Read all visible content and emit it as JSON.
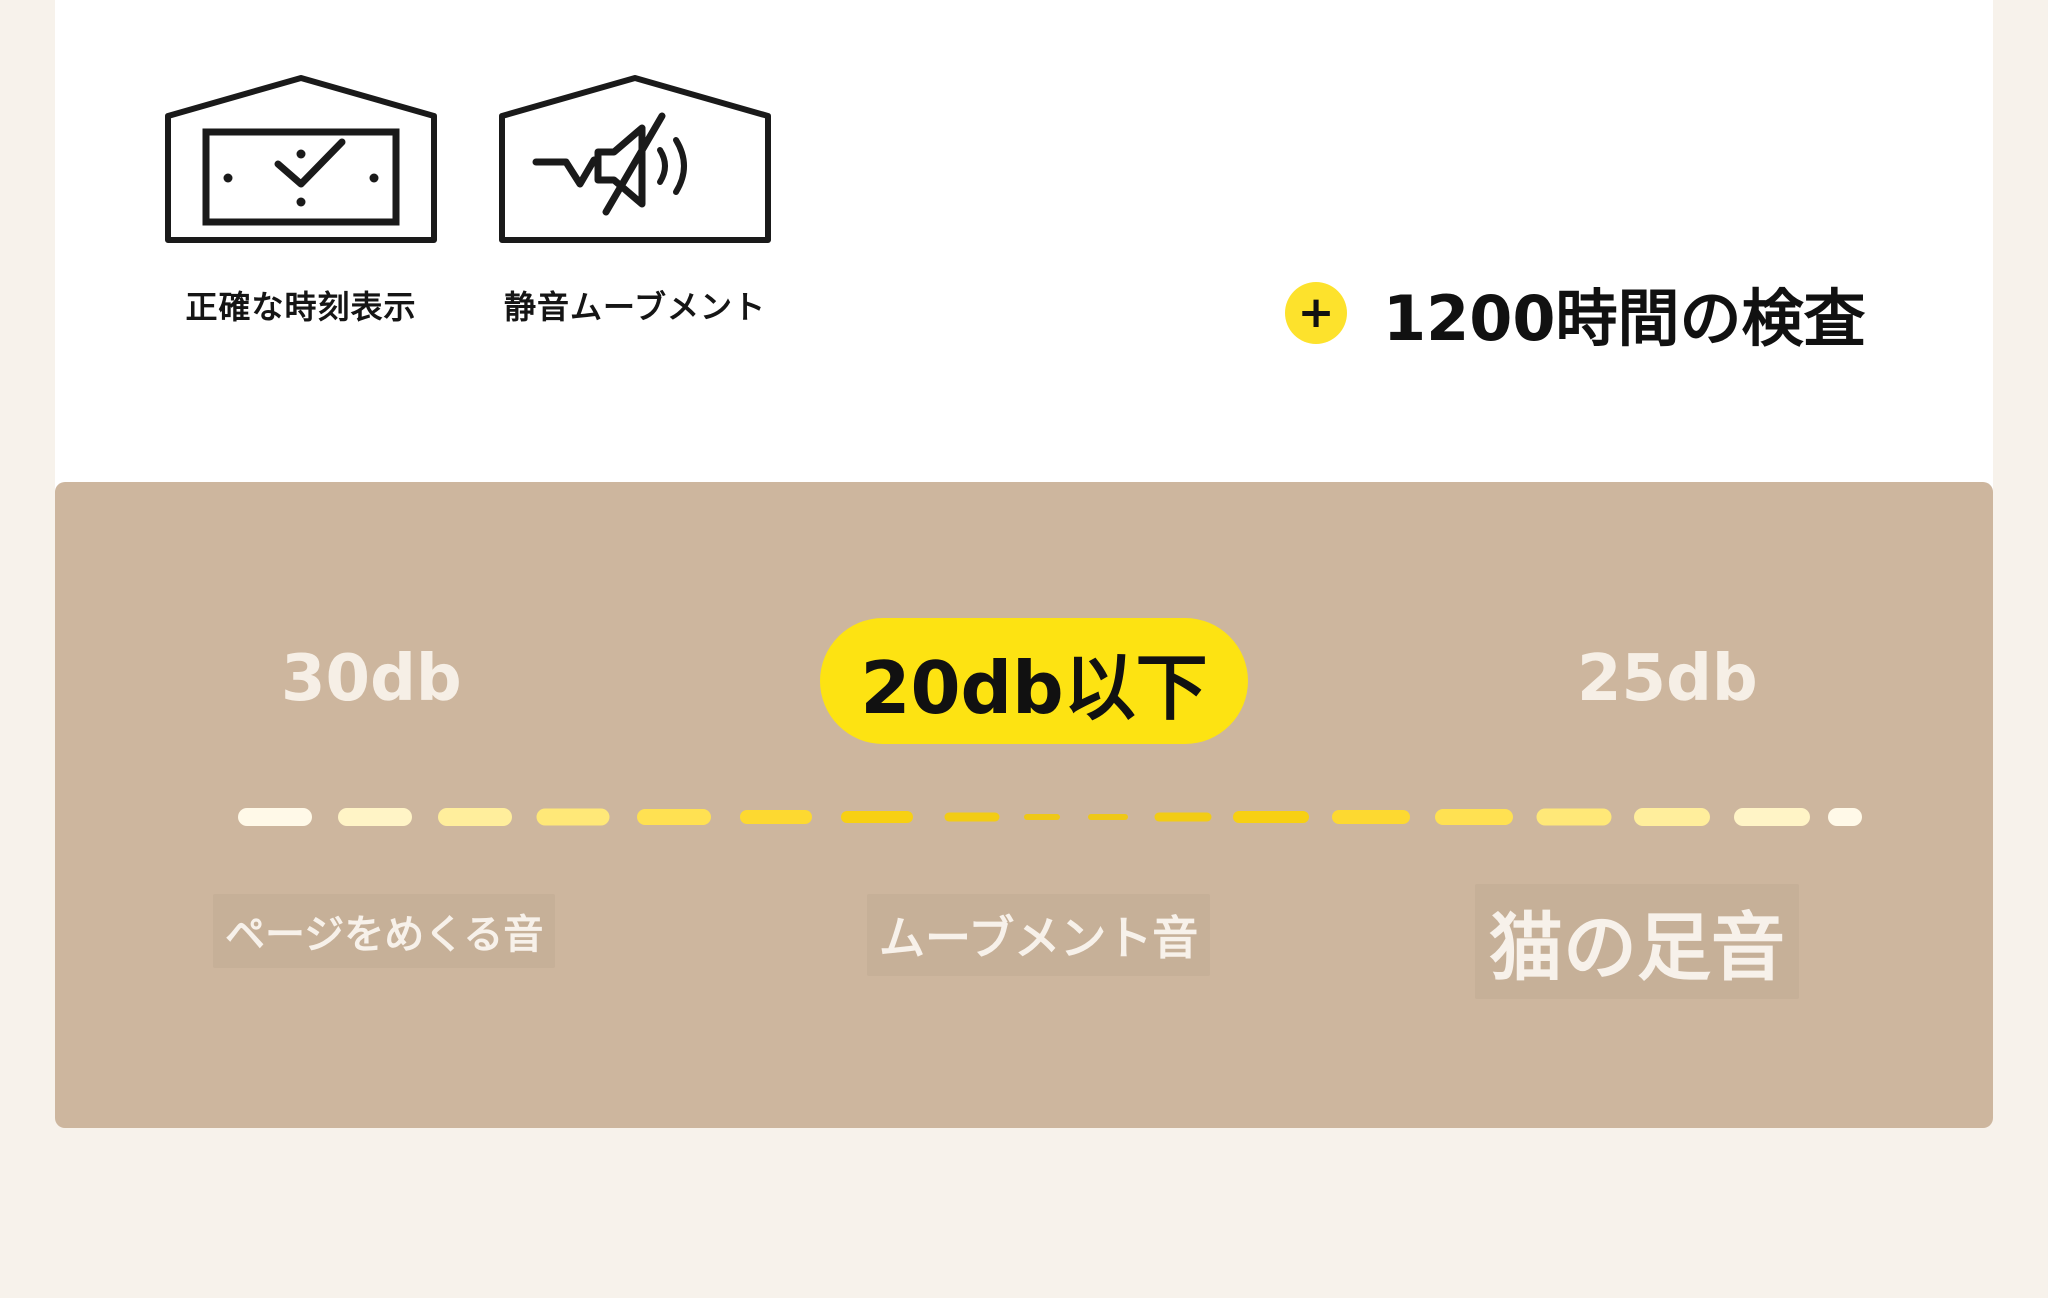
{
  "features": {
    "accurate_time": {
      "label": "正確な時刻表示",
      "icon": "house-clock-icon"
    },
    "silent_movement": {
      "label": "静音ムーブメント",
      "icon": "house-muted-speaker-icon"
    }
  },
  "inspection": {
    "badge": "+",
    "text": "1200時間の検査"
  },
  "noise": {
    "left_db": "30db",
    "center_db": "20db以下",
    "right_db": "25db",
    "left_sound": "ページをめくる音",
    "center_sound": "ムーブメント音",
    "right_sound": "猫の足音"
  },
  "colors": {
    "accent_yellow": "#fde312",
    "panel_tan": "#cdb69e",
    "page_background": "#f7f2eb"
  }
}
